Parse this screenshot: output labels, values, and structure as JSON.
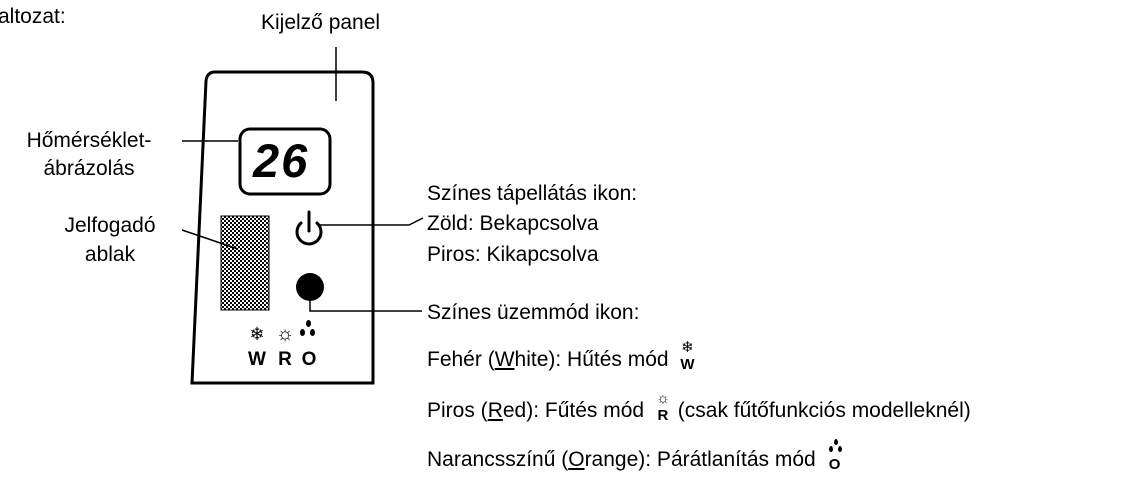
{
  "header_partial": "altozat:",
  "callouts": {
    "display_panel": "Kijelző panel",
    "temperature": [
      "Hőmérséklet-",
      "ábrázolás"
    ],
    "receiver": [
      "Jelfogadó",
      "ablak"
    ]
  },
  "device": {
    "display_value": "26",
    "mode_letters": [
      "W",
      "R",
      "O"
    ]
  },
  "power_icon_info": {
    "title": "Színes tápellátás ikon:",
    "on": "Zöld: Bekapcsolva",
    "off": "Piros: Kikapcsolva"
  },
  "mode_icon_info": {
    "title": "Színes üzemmód ikon:",
    "white": {
      "pre": "Fehér (",
      "u": "W",
      "post": "hite): Hűtés mód",
      "letter": "W"
    },
    "red": {
      "pre": "Piros (",
      "u": "R",
      "post": "ed): Fűtés mód",
      "letter": "R",
      "note": "(csak fűtőfunkciós modelleknél)"
    },
    "orange": {
      "pre": "Narancsszínű (",
      "u": "O",
      "post": "range): Párátlanítás mód",
      "letter": "O"
    }
  },
  "icons": {
    "cool": "snowflake-icon",
    "heat": "sun-icon",
    "dry": "droplets-icon",
    "power": "power-icon"
  }
}
